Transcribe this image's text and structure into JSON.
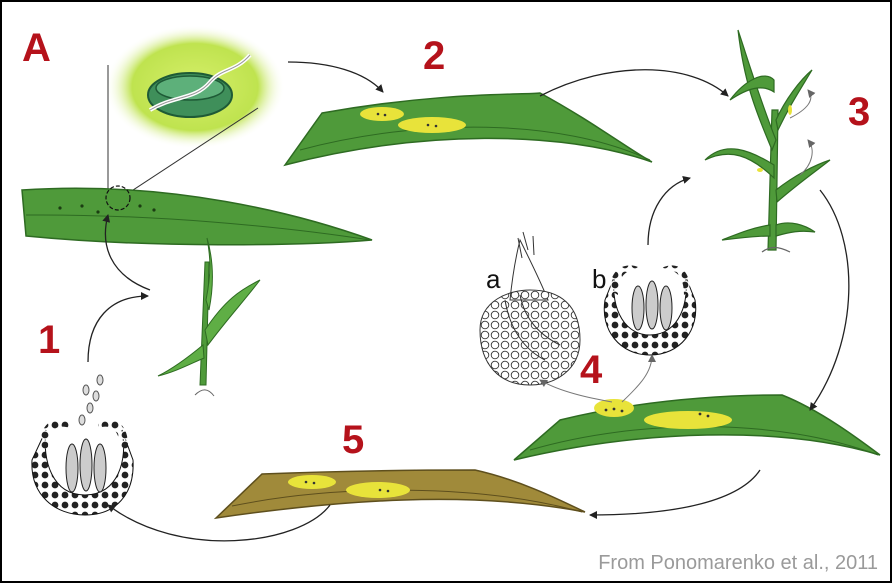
{
  "labels": {
    "panel": "A",
    "step1": "1",
    "step2": "2",
    "step3": "3",
    "step4": "4",
    "step5": "5",
    "sub_a": "a",
    "sub_b": "b"
  },
  "credit": "From Ponomarenko et al., 2011",
  "colors": {
    "leaf_green": "#4f9a3a",
    "leaf_dark": "#2e6b22",
    "lesion_yellow": "#e8e33a",
    "dead_leaf": "#a08a3a",
    "label_red": "#b5121b",
    "halo": "#c8e65a"
  }
}
